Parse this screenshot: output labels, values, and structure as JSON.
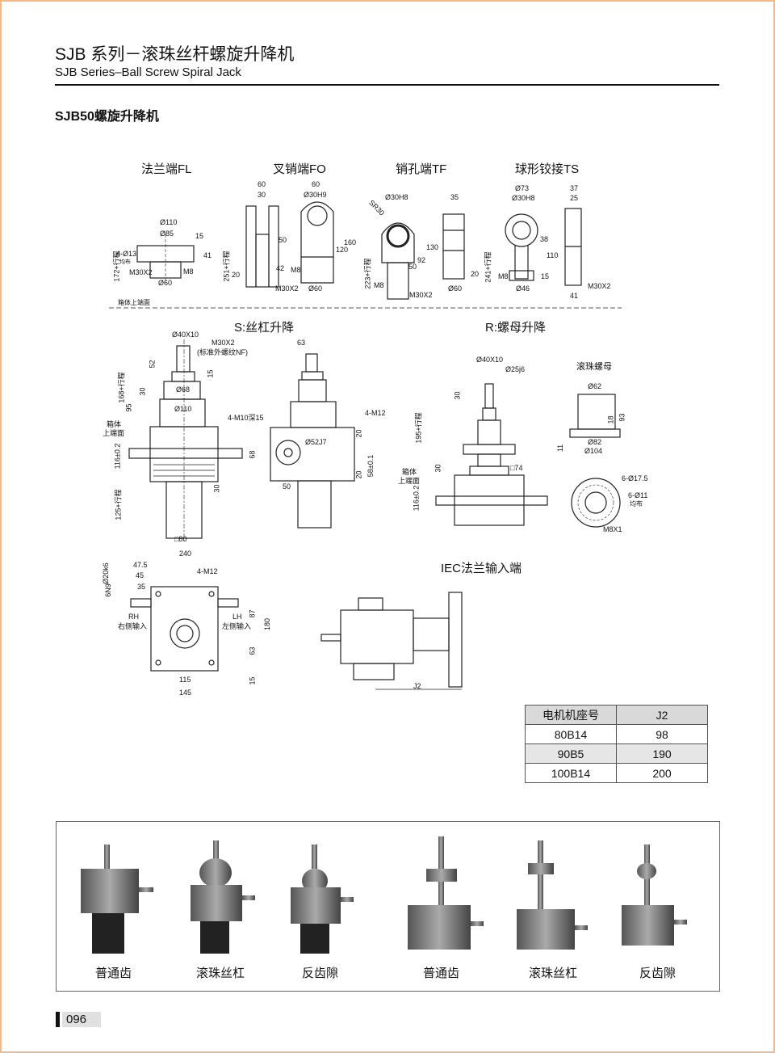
{
  "header": {
    "title_cn": "SJB 系列－滚珠丝杆螺旋升降机",
    "title_en": "SJB Series–Ball Screw Spiral Jack"
  },
  "section_title": "SJB50螺旋升降机",
  "ends": {
    "fl": {
      "title": "法兰端FL",
      "dims": [
        "Ø110",
        "Ø85",
        "15",
        "4-Ø13",
        "均布",
        "41",
        "M30X2",
        "M8",
        "Ø60",
        "172+行程",
        "箱体上端面"
      ]
    },
    "fo": {
      "title": "叉销端FO",
      "dims": [
        "60",
        "30",
        "60",
        "Ø30H9",
        "50",
        "120",
        "160",
        "42",
        "M8",
        "20",
        "251+行程",
        "M30X2",
        "Ø60"
      ]
    },
    "tf": {
      "title": "销孔端TF",
      "dims": [
        "Ø30H8",
        "SR30",
        "35",
        "130",
        "92",
        "50",
        "20",
        "223+行程",
        "M8",
        "M30X2",
        "Ø60"
      ]
    },
    "ts": {
      "title": "球形铰接TS",
      "dims": [
        "Ø73",
        "Ø30H8",
        "37",
        "25",
        "38",
        "110",
        "15",
        "241+行程",
        "M8",
        "Ø46",
        "M30X2",
        "41"
      ]
    }
  },
  "s_view": {
    "title": "S:丝杠升降",
    "dims": [
      "Ø40X10",
      "M30X2",
      "(标准外螺纹NF)",
      "52",
      "15",
      "168+行程",
      "30",
      "Ø68",
      "95",
      "Ø110",
      "箱体",
      "上端面",
      "116±0.2",
      "30",
      "125+行程",
      "□80",
      "63",
      "4-M10深15",
      "4-M12",
      "Ø52J7",
      "68",
      "20",
      "58±0.1",
      "20",
      "50"
    ]
  },
  "r_view": {
    "title": "R:螺母升降",
    "dims": [
      "Ø40X10",
      "Ø25j6",
      "30",
      "195+行程",
      "30",
      "□74",
      "箱体",
      "上端面",
      "116±0.2"
    ]
  },
  "nut": {
    "title": "滚珠螺母",
    "dims": [
      "Ø62",
      "18",
      "93",
      "Ø82",
      "11",
      "Ø104",
      "6-Ø17.5",
      "6-Ø11",
      "均布",
      "M8X1"
    ]
  },
  "top_view": {
    "dims": [
      "240",
      "47.5",
      "45",
      "35",
      "Ø20k6",
      "6N9",
      "4-M12",
      "RH",
      "右侧输入",
      "LH",
      "左侧输入",
      "87",
      "180",
      "63",
      "15",
      "115",
      "145"
    ]
  },
  "iec": {
    "title": "IEC法兰输入端",
    "dims": [
      "J2"
    ]
  },
  "motor_table": {
    "headers": [
      "电机机座号",
      "J2"
    ],
    "rows": [
      [
        "80B14",
        "98"
      ],
      [
        "90B5",
        "190"
      ],
      [
        "100B14",
        "200"
      ]
    ]
  },
  "photos": {
    "captions": [
      "普通齿",
      "滚珠丝杠",
      "反齿隙",
      "普通齿",
      "滚珠丝杠",
      "反齿隙"
    ]
  },
  "page_number": "096",
  "colors": {
    "border": "#f3b98a",
    "rule": "#111111",
    "table_header": "#d9d9d9"
  }
}
